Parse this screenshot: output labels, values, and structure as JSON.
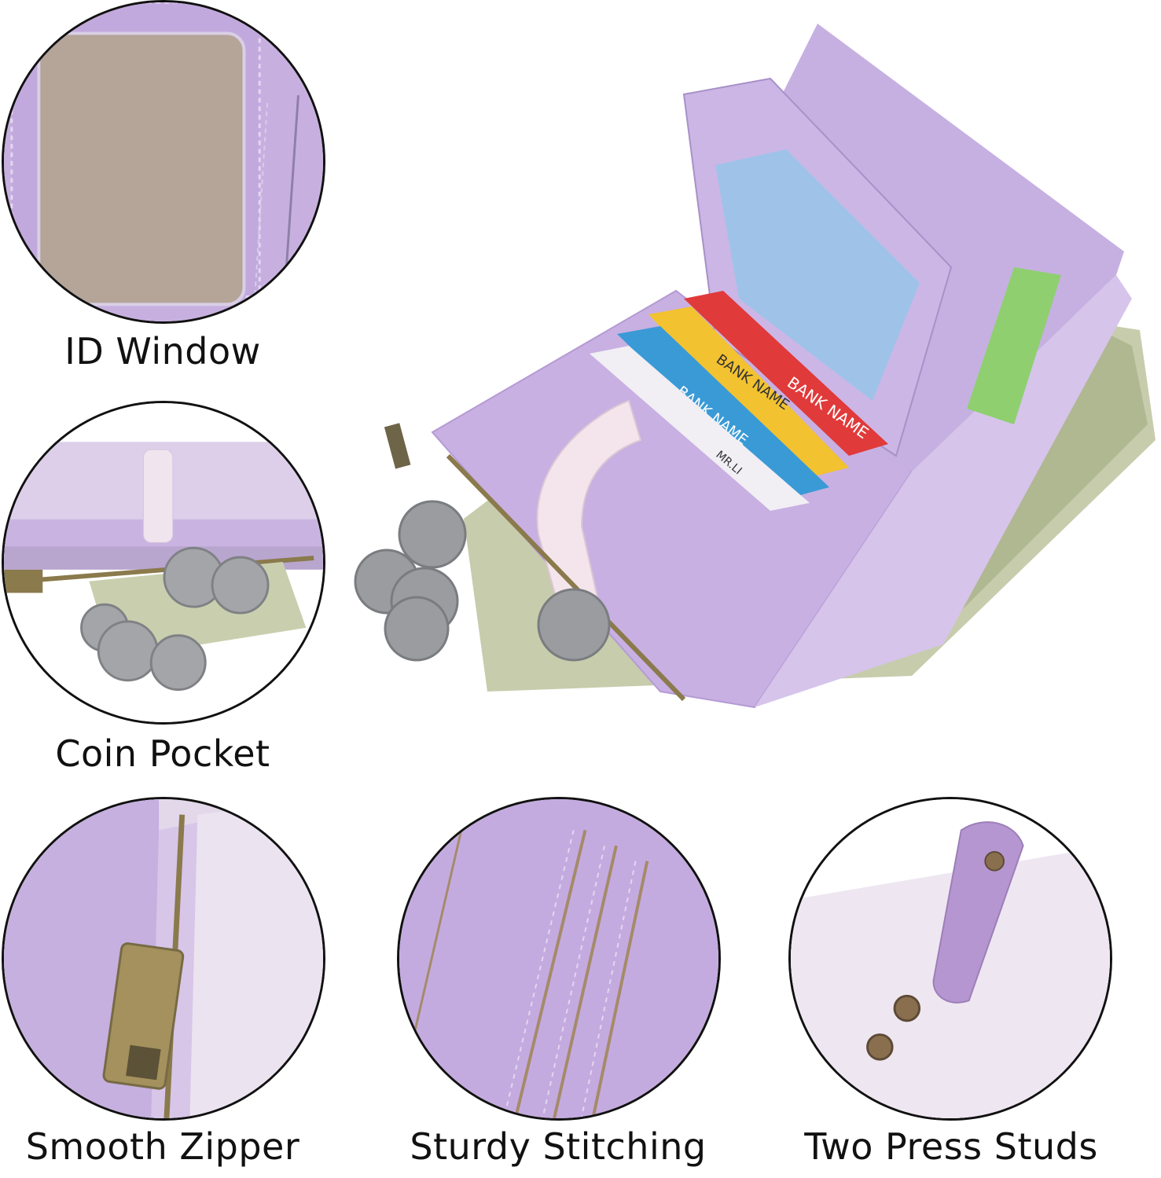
{
  "features": {
    "id_window": "ID Window",
    "coin_pocket": "Coin Pocket",
    "smooth_zipper": "Smooth Zipper",
    "sturdy_stitching": "Sturdy Stitching",
    "two_press_studs": "Two Press Studs"
  },
  "cards": {
    "bank_name": "BANK NAME",
    "holder": "MR.LI"
  },
  "colors": {
    "wallet_purple": "#c9b3e4",
    "wallet_light": "#e8dcef",
    "strap_pink": "#f3e4ea",
    "id_window": "#b8a99b",
    "card_red": "#e03a3a",
    "card_yellow": "#f2c230",
    "card_blue": "#3a9ad6",
    "cash_green": "#b9c29c",
    "coin_gray": "#9a9ca0",
    "zipper_bronze": "#8a7a4c"
  }
}
